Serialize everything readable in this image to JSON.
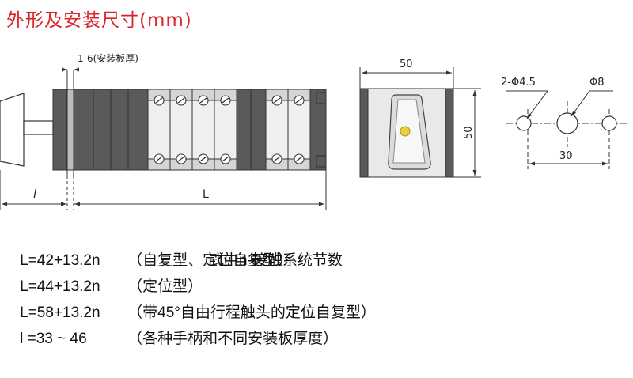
{
  "title": "外形及安装尺寸(mm)",
  "colors": {
    "title": "#d8232a",
    "body_dark": "#5a5a5a",
    "line": "#333333",
    "contact_yellow": "#e8d23a"
  },
  "side_view": {
    "plate_label": "1-6(安装板厚)",
    "l_label": "l",
    "L_label": "L"
  },
  "front_view": {
    "width_label": "50",
    "height_label": "50"
  },
  "hole_view": {
    "small_hole_label": "2-Φ4.5",
    "center_hole_label": "Φ8",
    "spacing_label": "30"
  },
  "formulas": [
    {
      "expr": "L=42+13.2n",
      "desc": "（自复型、定位自复型）",
      "extra": ""
    },
    {
      "expr": "L=44+13.2n",
      "desc": "（定位型）",
      "extra": "式中n-接触系统节数"
    },
    {
      "expr": "L=58+13.2n",
      "desc": "（带45°自由行程触头的定位自复型）",
      "extra": ""
    },
    {
      "expr": "l =33 ~ 46",
      "desc": "（各种手柄和不同安装板厚度）",
      "extra": ""
    }
  ]
}
